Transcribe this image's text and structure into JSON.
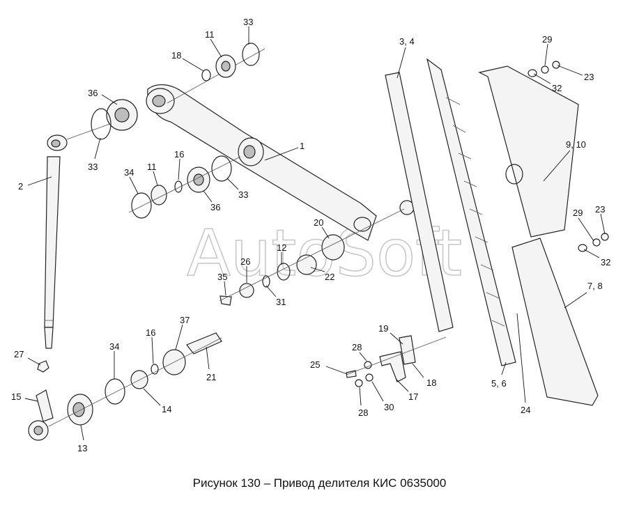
{
  "caption": "Рисунок 130 – Привод делителя КИС 0635000",
  "watermark": "AutoSoft",
  "labels": [
    "33",
    "11",
    "18",
    "36",
    "33",
    "1",
    "16",
    "11",
    "34",
    "36",
    "33",
    "2",
    "20",
    "12",
    "26",
    "35",
    "22",
    "31",
    "3, 4",
    "29",
    "23",
    "32",
    "9, 10",
    "29",
    "23",
    "32",
    "7, 8",
    "19",
    "28",
    "25",
    "18",
    "17",
    "30",
    "28",
    "5, 6",
    "24",
    "27",
    "15",
    "34",
    "16",
    "37",
    "21",
    "14",
    "13"
  ],
  "colors": {
    "ink": "#111111",
    "watermark": "#c8c8c8",
    "background": "#ffffff"
  }
}
